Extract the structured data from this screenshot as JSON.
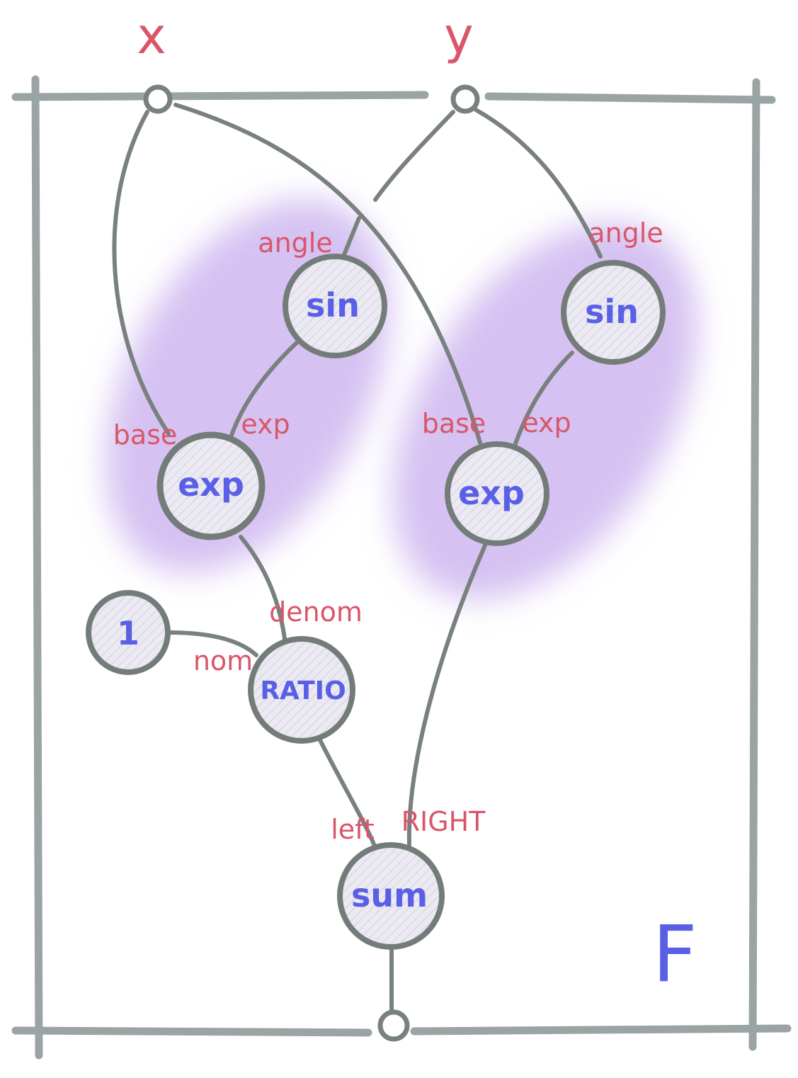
{
  "colors": {
    "frame": "#9aa4a4",
    "edge": "#79817f",
    "node_stroke": "#747c7a",
    "node_fill": "#e9e7f1",
    "label_red": "#d9566a",
    "label_blue": "#5a60e6",
    "blob_purple": "#b38fe8"
  },
  "diagram": {
    "function_name": "F",
    "inputs": {
      "x": "x",
      "y": "y"
    },
    "nodes": {
      "sin_left": "sin",
      "sin_right": "sin",
      "exp_left": "exp",
      "exp_right": "exp",
      "const_one": "1",
      "ratio": "RATIO",
      "sum": "sum"
    },
    "ports": {
      "angle_left": "angle",
      "angle_right": "angle",
      "base_left": "base",
      "exp_left": "exp",
      "base_right": "base",
      "exp_right": "exp",
      "denom": "denom",
      "nom": "nom",
      "left": "left",
      "right": "RIGHT"
    }
  }
}
